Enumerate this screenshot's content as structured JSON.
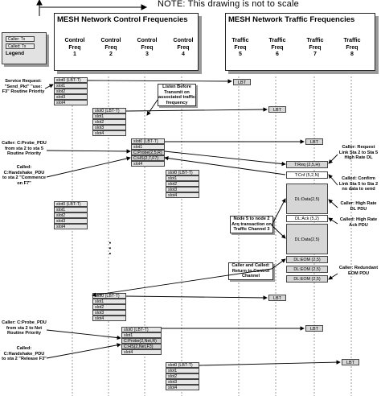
{
  "note": "NOTE: This drawing is not to scale",
  "legend": {
    "title": "Legend",
    "items": [
      "Caller: Tx",
      "Called: Tx"
    ]
  },
  "control_header": "MESH Network Control Frequencies",
  "traffic_header": "MESH Network Traffic Frequencies",
  "control_freqs": [
    {
      "label": "Control Freq",
      "num": "1"
    },
    {
      "label": "Control Freq",
      "num": "2"
    },
    {
      "label": "Control Freq",
      "num": "3"
    },
    {
      "label": "Control Freq",
      "num": "4"
    }
  ],
  "traffic_freqs": [
    {
      "label": "Traffic Freq",
      "num": "5"
    },
    {
      "label": "Traffic Freq",
      "num": "6"
    },
    {
      "label": "Traffic Freq",
      "num": "7"
    },
    {
      "label": "Traffic Freq",
      "num": "8"
    }
  ],
  "slots": [
    "slot0 (LBT-T)",
    "slot1",
    "slot2",
    "slot3",
    "slot4"
  ],
  "left_callouts": {
    "service_request": "Service Request: \"Send_Pkt\" \"use: F3\" Routine Priority",
    "caller_probe": "Caller: C:Probe_PDU from sta 2 to sta 5 Routine Priority",
    "called_handshake": "Called: C:Handshake_PDU to sta 2 \"Commence on F7\"",
    "caller_probe_net": "Caller: C:Probe_PDU from sta 2 to Net Routine Priority",
    "called_handshake_release": "Called: C:Handshake_PDU to sta 2 \"Release F3\""
  },
  "center_boxes": {
    "listen": "Listen Before Transmit on associated traffic frequency",
    "node": "Node 5 to node 2 Arq transaction on Traffic Channel 3",
    "return": "Caller and Called: Return to Control Channel"
  },
  "right_callouts": {
    "caller_request": "Caller: Request Link Sta 2 to Sta 5 High Rate DL",
    "called_confirm": "Called: Confirm Link Sta 5 to Sta 2 no data to send",
    "caller_high": "Caller: High Rate DL PDU",
    "called_high_ack": "Called: High Rate Ack PDU",
    "caller_redundant": "Caller: Redundant EOM PDU"
  },
  "messages": {
    "lbt": "LBT",
    "probe1": "C:Probe(2,5,R)",
    "hs1": "C:HS(2,7,F7)",
    "probe2": "C:Probe(2,Net,R)",
    "hs2": "C:HS(2,Net,F3)",
    "treq": "T:Req (2,5,H)",
    "tcnf": "T:Cnf (5,2,N)",
    "dldata": "DL:Data(2,5)",
    "dlack": "DL:Ack (5,2)",
    "dleom": "DL:EOM (2,5)",
    "dots": ". . ."
  }
}
